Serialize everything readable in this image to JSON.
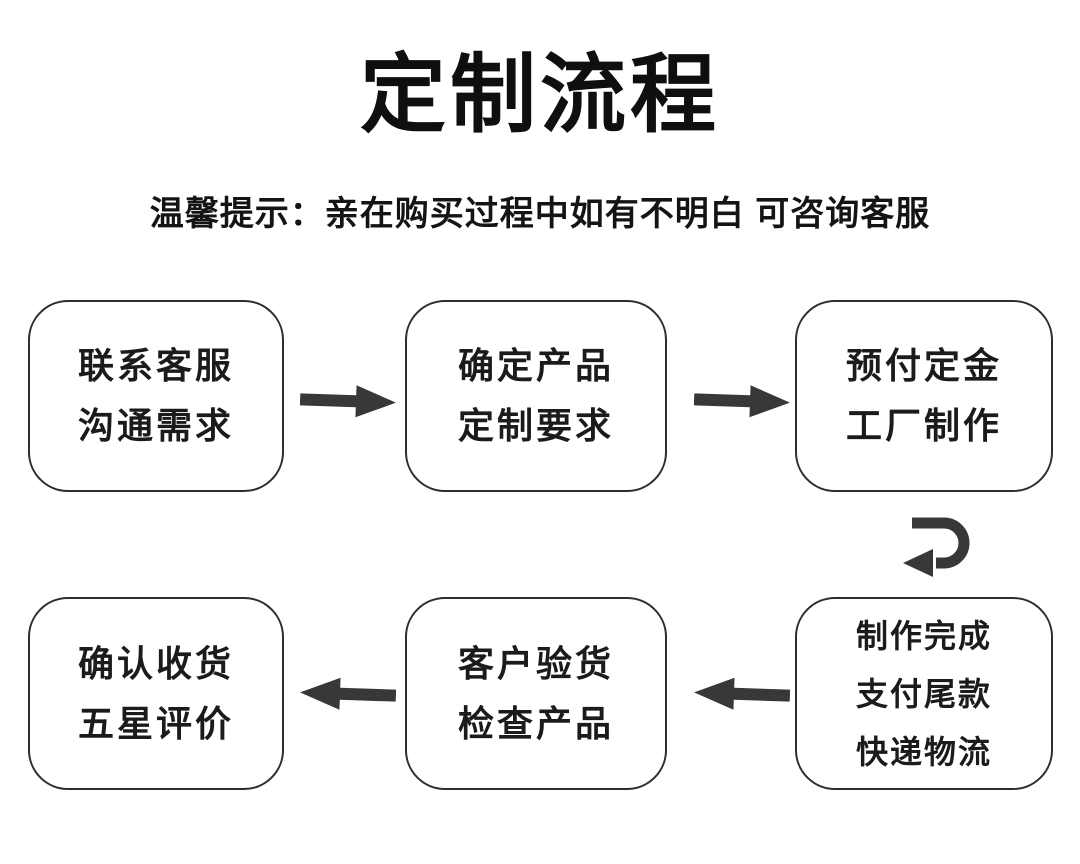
{
  "header": {
    "title": "定制流程",
    "subtitle": "温馨提示：亲在购买过程中如有不明白 可咨询客服"
  },
  "flow": {
    "steps": [
      {
        "name": "step-1-contact",
        "lines": [
          "联系客服",
          "沟通需求"
        ]
      },
      {
        "name": "step-2-confirm",
        "lines": [
          "确定产品",
          "定制要求"
        ]
      },
      {
        "name": "step-3-deposit",
        "lines": [
          "预付定金",
          "工厂制作"
        ]
      },
      {
        "name": "step-4-finish",
        "lines": [
          "制作完成",
          "支付尾款",
          "快递物流"
        ]
      },
      {
        "name": "step-5-inspect",
        "lines": [
          "客户验货",
          "检查产品"
        ]
      },
      {
        "name": "step-6-receive",
        "lines": [
          "确认收货",
          "五星评价"
        ]
      }
    ],
    "icons": [
      "arrow-right-icon",
      "arrow-right-icon",
      "u-turn-left-down-arrow-icon",
      "arrow-left-icon",
      "arrow-left-icon"
    ]
  },
  "colors": {
    "background": "#ffffff",
    "text": "#1a1a1a",
    "box_border": "#2e2e2e",
    "arrow": "#383838"
  }
}
